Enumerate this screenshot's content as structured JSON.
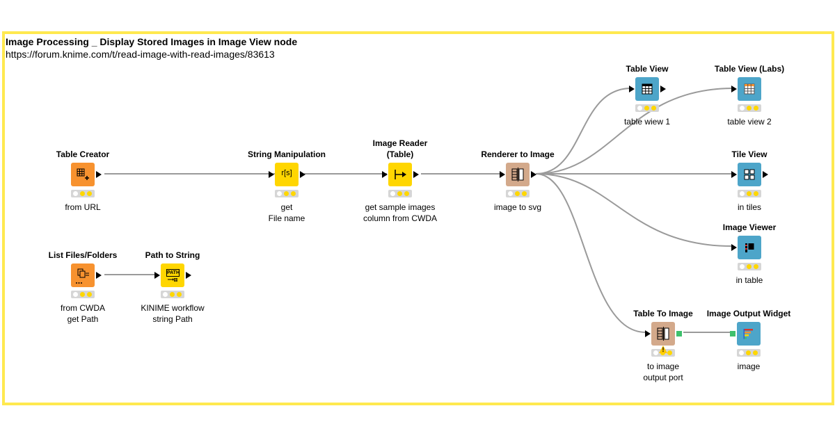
{
  "annotation": {
    "title": "Image Processing _ Display Stored Images in Image View node",
    "url": "https://forum.knime.com/t/read-image-with-read-images/83613"
  },
  "colors": {
    "frame_border": "#ffe94f",
    "source_node": "#f7922f",
    "manipulator_node": "#ffd600",
    "other_node": "#d3a98b",
    "view_node": "#4da5c9",
    "wire": "#9a9a9a",
    "image_port": "#3ec06c"
  },
  "nodes": {
    "table_creator": {
      "title": "Table Creator",
      "label_lines": [
        "from URL"
      ],
      "icon": "table-create-icon"
    },
    "string_manipulation": {
      "title": "String Manipulation",
      "label_lines": [
        "get",
        "File name"
      ],
      "icon": "string-manipulation-icon",
      "icon_text": "r[s]"
    },
    "image_reader": {
      "title_lines": [
        "Image Reader",
        "(Table)"
      ],
      "label_lines": [
        "get sample images",
        "column from CWDA"
      ],
      "icon": "image-reader-icon"
    },
    "renderer_to_image": {
      "title": "Renderer to Image",
      "label_lines": [
        "image to svg"
      ],
      "icon": "renderer-icon"
    },
    "table_view": {
      "title": "Table View",
      "label_lines": [
        "table wiew 1"
      ],
      "icon": "table-view-icon"
    },
    "table_view_labs": {
      "title": "Table View (Labs)",
      "label_lines": [
        "table view 2"
      ],
      "icon": "table-view-labs-icon"
    },
    "tile_view": {
      "title": "Tile View",
      "label_lines": [
        "in tiles"
      ],
      "icon": "tile-view-icon"
    },
    "image_viewer": {
      "title": "Image Viewer",
      "label_lines": [
        "in table"
      ],
      "icon": "image-viewer-icon"
    },
    "table_to_image": {
      "title": "Table To Image",
      "label_lines": [
        "to image",
        "output port"
      ],
      "icon": "table-to-image-icon"
    },
    "image_output_widget": {
      "title": "Image Output Widget",
      "label_lines": [
        "image"
      ],
      "icon": "image-output-widget-icon"
    },
    "list_files": {
      "title": "List Files/Folders",
      "label_lines": [
        "from CWDA",
        "get Path"
      ],
      "icon": "list-files-icon"
    },
    "path_to_string": {
      "title": "Path to String",
      "label_lines": [
        "KINIME workflow",
        "string Path"
      ],
      "icon": "path-to-string-icon",
      "icon_text": "PATH"
    }
  }
}
